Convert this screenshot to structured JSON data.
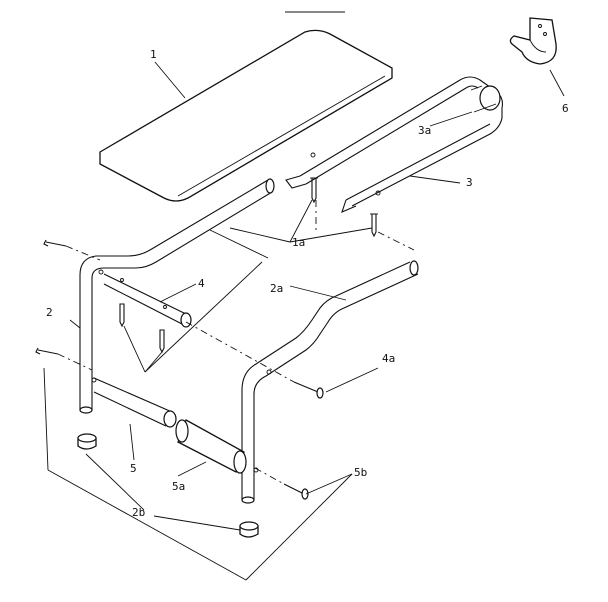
{
  "labels": {
    "l1": "1",
    "l1a": "1a",
    "l2": "2",
    "l2a": "2a",
    "l2b": "2b",
    "l3": "3",
    "l3a": "3a",
    "l4": "4",
    "l4a": "4a",
    "l5": "5",
    "l5a": "5a",
    "l5b": "5b",
    "l6": "6"
  }
}
